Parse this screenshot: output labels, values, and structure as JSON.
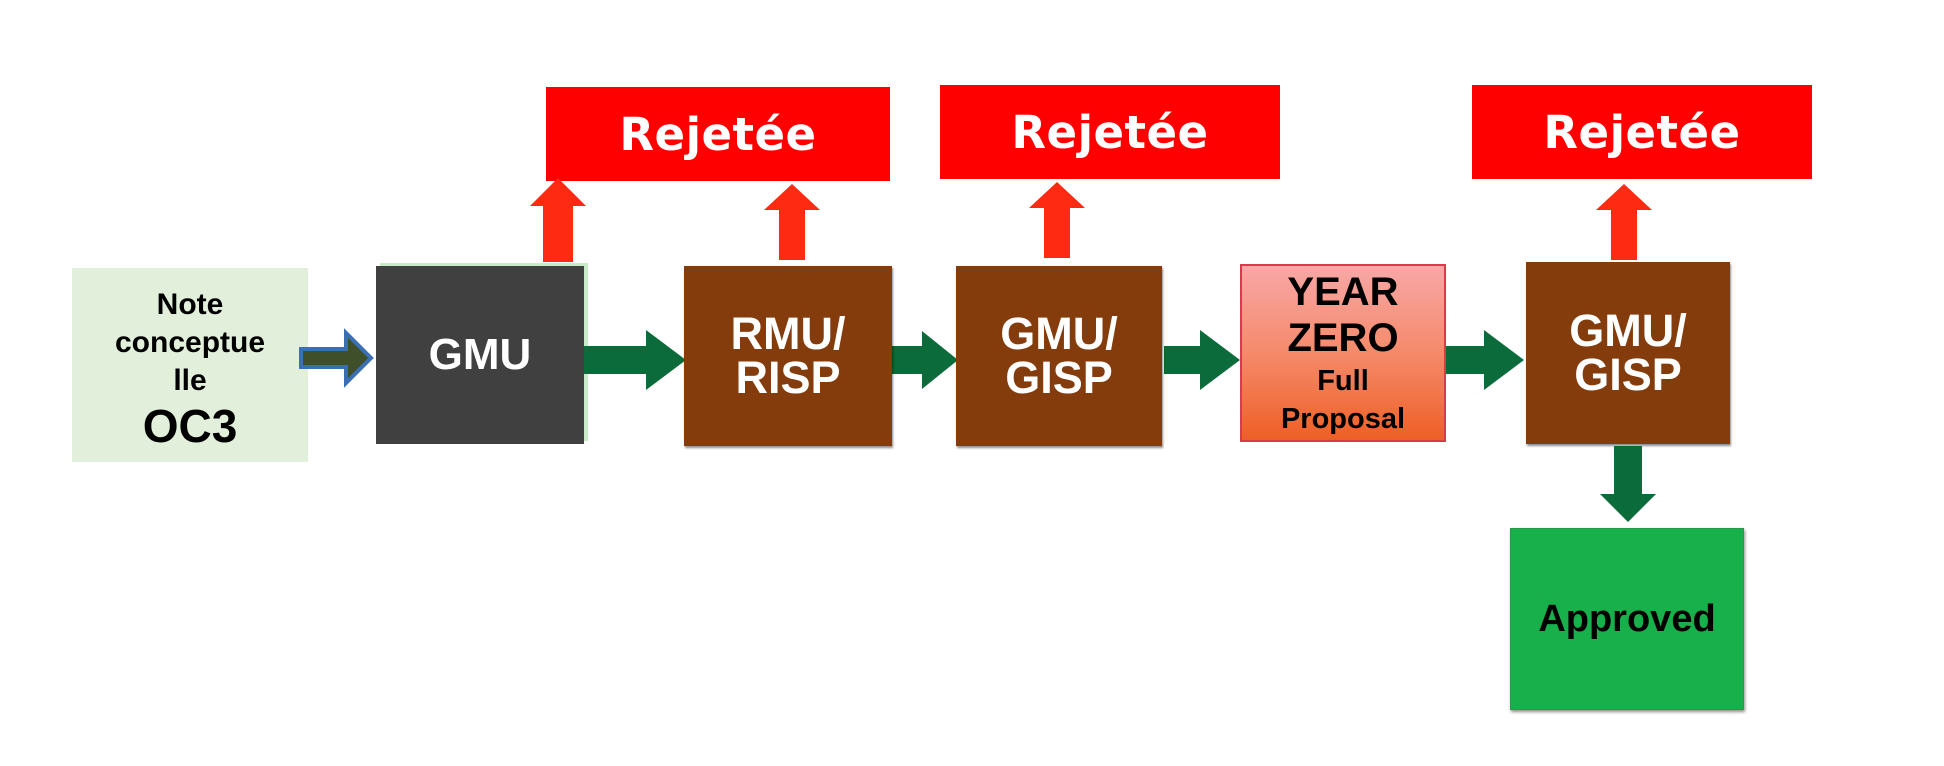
{
  "colors": {
    "reject": "#ff0000",
    "reject_arrow": "#ff2a12",
    "flow_arrow": "#0b6b3a",
    "stage_brown": "#843c0c",
    "gmu_grey": "#404040",
    "note_green": "#e2efda",
    "approved_green": "#17b04b",
    "year_zero_gradient": [
      "#f8a7a7",
      "#ee5f25"
    ]
  },
  "nodes": {
    "note": {
      "lines": [
        "Note",
        "conceptue",
        "lle"
      ],
      "code": "OC3"
    },
    "gmu": {
      "label": "GMU"
    },
    "rmu_risp": {
      "lines": [
        "RMU/",
        "RISP"
      ]
    },
    "gmu_gisp_1": {
      "lines": [
        "GMU/",
        "GISP"
      ]
    },
    "year_zero": {
      "title_lines": [
        "YEAR",
        "ZERO"
      ],
      "sub_lines": [
        "Full",
        "Proposal"
      ]
    },
    "gmu_gisp_2": {
      "lines": [
        "GMU/",
        "GISP"
      ]
    },
    "approved": {
      "label": "Approved"
    },
    "rejected": [
      {
        "label": "Rejetée"
      },
      {
        "label": "Rejetée"
      },
      {
        "label": "Rejetée"
      }
    ]
  }
}
